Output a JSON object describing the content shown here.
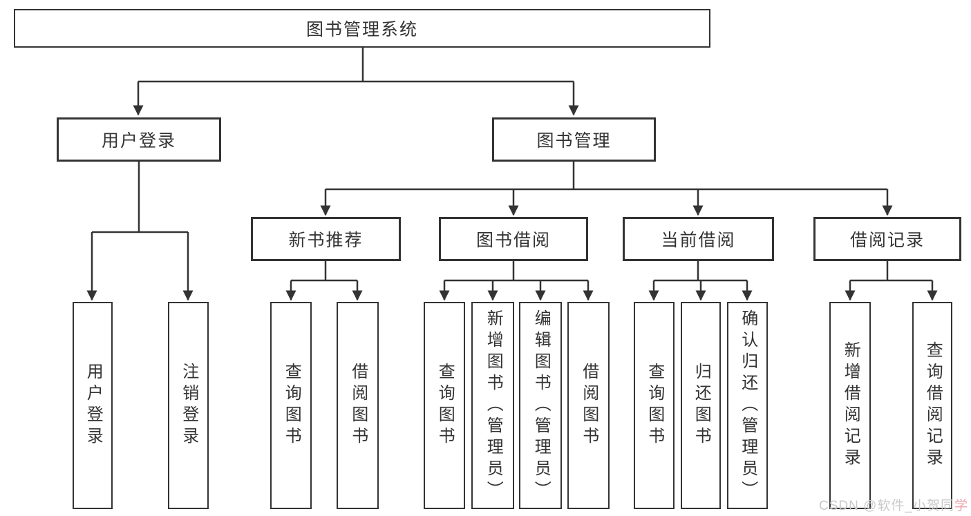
{
  "diagram": {
    "title_node": "图书管理系统",
    "level2": [
      "用户登录",
      "图书管理"
    ],
    "level3": [
      "新书推荐",
      "图书借阅",
      "当前借阅",
      "借阅记录"
    ],
    "leaves_user": [
      "用户登录",
      "注销登录"
    ],
    "leaves_newbook": [
      "查询图书",
      "借阅图书"
    ],
    "leaves_borrow": [
      "查询图书",
      "新增图书（管理员）",
      "编辑图书（管理员）",
      "借阅图书"
    ],
    "leaves_current": [
      "查询图书",
      "归还图书",
      "确认归还（管理员）"
    ],
    "leaves_record": [
      "新增借阅记录",
      "查询借阅记录"
    ]
  },
  "colors": {
    "line": "#333333",
    "text": "#333333",
    "watermark_gray": "#c9c9c9",
    "watermark_pink": "#efa0a8"
  },
  "watermark": {
    "gray_part": "CSDN @软件_小贺同",
    "pink_part": "学"
  }
}
